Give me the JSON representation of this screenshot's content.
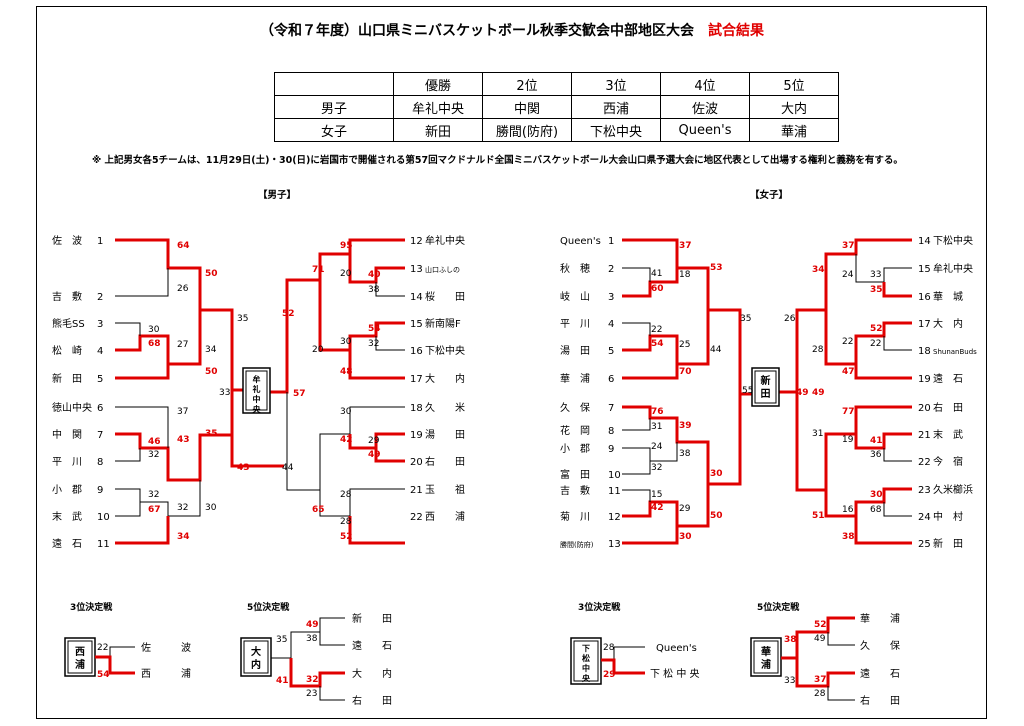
{
  "title": "（令和７年度）山口県ミニバスケットボール秋季交歓会中部地区大会",
  "title_tag": "試合結果",
  "results": {
    "headers": [
      "",
      "優勝",
      "2位",
      "3位",
      "4位",
      "5位"
    ],
    "rows": [
      [
        "男子",
        "牟礼中央",
        "中関",
        "西浦",
        "佐波",
        "大内"
      ],
      [
        "女子",
        "新田",
        "勝間(防府)",
        "下松中央",
        "Queen's",
        "華浦"
      ]
    ]
  },
  "note": "※ 上記男女各5チームは、11月29日(土)・30(日)に岩国市で開催される第57回マクドナルド全国ミニバスケットボール大会山口県予選大会に地区代表として出場する権利と義務を有する。",
  "boys": {
    "section": "【男子】",
    "champion": "牟礼中央",
    "teams": [
      {
        "no": "1",
        "name": "佐　波"
      },
      {
        "no": "2",
        "name": "吉　敷"
      },
      {
        "no": "3",
        "name": "熊毛SS"
      },
      {
        "no": "4",
        "name": "松　崎"
      },
      {
        "no": "5",
        "name": "新　田"
      },
      {
        "no": "6",
        "name": "徳山中央"
      },
      {
        "no": "7",
        "name": "中　関"
      },
      {
        "no": "8",
        "name": "平　川"
      },
      {
        "no": "9",
        "name": "小　郡"
      },
      {
        "no": "10",
        "name": "末　武"
      },
      {
        "no": "11",
        "name": "遠　石"
      },
      {
        "no": "12",
        "name": "牟礼中央"
      },
      {
        "no": "13",
        "name": "山口ふしの"
      },
      {
        "no": "14",
        "name": "桜　　田"
      },
      {
        "no": "15",
        "name": "新南陽F"
      },
      {
        "no": "16",
        "name": "下松中央"
      },
      {
        "no": "17",
        "name": "大　　内"
      },
      {
        "no": "18",
        "name": "久　　米"
      },
      {
        "no": "19",
        "name": "湯　　田"
      },
      {
        "no": "20",
        "name": "右　　田"
      },
      {
        "no": "21",
        "name": "玉　　祖"
      },
      {
        "no": "22",
        "name": "西　　浦"
      }
    ],
    "scores": [
      "64",
      "26",
      "30",
      "68",
      "27",
      "50",
      "50",
      "34",
      "35",
      "33",
      "37",
      "46",
      "43",
      "32",
      "35",
      "43",
      "32",
      "67",
      "32",
      "30",
      "34",
      "57",
      "95",
      "20",
      "40",
      "38",
      "71",
      "54",
      "30",
      "32",
      "48",
      "20",
      "52",
      "30",
      "42",
      "29",
      "49",
      "28",
      "65",
      "28",
      "52",
      "44"
    ],
    "third_label": "3位決定戦",
    "third_winner": "西浦",
    "third_teams": [
      "佐　　　波",
      "西　　　浦"
    ],
    "third_scores": [
      "22",
      "54"
    ],
    "fifth_label": "5位決定戦",
    "fifth_winner": "大内",
    "fifth_teams": [
      "新　　田",
      "遠　　石",
      "大　　内",
      "右　　田"
    ],
    "fifth_scores": [
      "49",
      "38",
      "35",
      "32",
      "23",
      "41"
    ]
  },
  "girls": {
    "section": "【女子】",
    "champion": "新田",
    "teams": [
      {
        "no": "1",
        "name": "Queen's"
      },
      {
        "no": "2",
        "name": "秋　穂"
      },
      {
        "no": "3",
        "name": "岐　山"
      },
      {
        "no": "4",
        "name": "平　川"
      },
      {
        "no": "5",
        "name": "湯　田"
      },
      {
        "no": "6",
        "name": "華　浦"
      },
      {
        "no": "7",
        "name": "久　保"
      },
      {
        "no": "8",
        "name": "花　岡"
      },
      {
        "no": "9",
        "name": "小　郡"
      },
      {
        "no": "10",
        "name": "富　田"
      },
      {
        "no": "11",
        "name": "吉　敷"
      },
      {
        "no": "12",
        "name": "菊　川"
      },
      {
        "no": "13",
        "name": "勝間(防府)"
      },
      {
        "no": "14",
        "name": "下松中央"
      },
      {
        "no": "15",
        "name": "牟礼中央"
      },
      {
        "no": "16",
        "name": "華　城"
      },
      {
        "no": "17",
        "name": "大　内"
      },
      {
        "no": "18",
        "name": "ShunanBuds"
      },
      {
        "no": "19",
        "name": "遠　石"
      },
      {
        "no": "20",
        "name": "右　田"
      },
      {
        "no": "21",
        "name": "末　武"
      },
      {
        "no": "22",
        "name": "今　宿"
      },
      {
        "no": "23",
        "name": "久米櫛浜"
      },
      {
        "no": "24",
        "name": "中　村"
      },
      {
        "no": "25",
        "name": "新　田"
      }
    ],
    "scores": [
      "37",
      "41",
      "60",
      "18",
      "53",
      "22",
      "54",
      "25",
      "70",
      "44",
      "35",
      "76",
      "31",
      "39",
      "24",
      "32",
      "38",
      "15",
      "42",
      "29",
      "50",
      "30",
      "55",
      "30",
      "49",
      "37",
      "24",
      "33",
      "35",
      "34",
      "52",
      "22",
      "22",
      "28",
      "47",
      "26",
      "77",
      "19",
      "41",
      "36",
      "31",
      "49",
      "30",
      "16",
      "68",
      "51",
      "38"
    ],
    "third_label": "3位決定戦",
    "third_winner": "下松中央",
    "third_teams": [
      "Queen's",
      "下 松 中 央"
    ],
    "third_scores": [
      "28",
      "29"
    ],
    "fifth_label": "5位決定戦",
    "fifth_winner": "華浦",
    "fifth_teams": [
      "華　　浦",
      "久　　保",
      "遠　　石",
      "右　　田"
    ],
    "fifth_scores": [
      "52",
      "49",
      "38",
      "37",
      "28",
      "33"
    ]
  },
  "colors": {
    "win": "#e00000",
    "line": "#000000"
  }
}
